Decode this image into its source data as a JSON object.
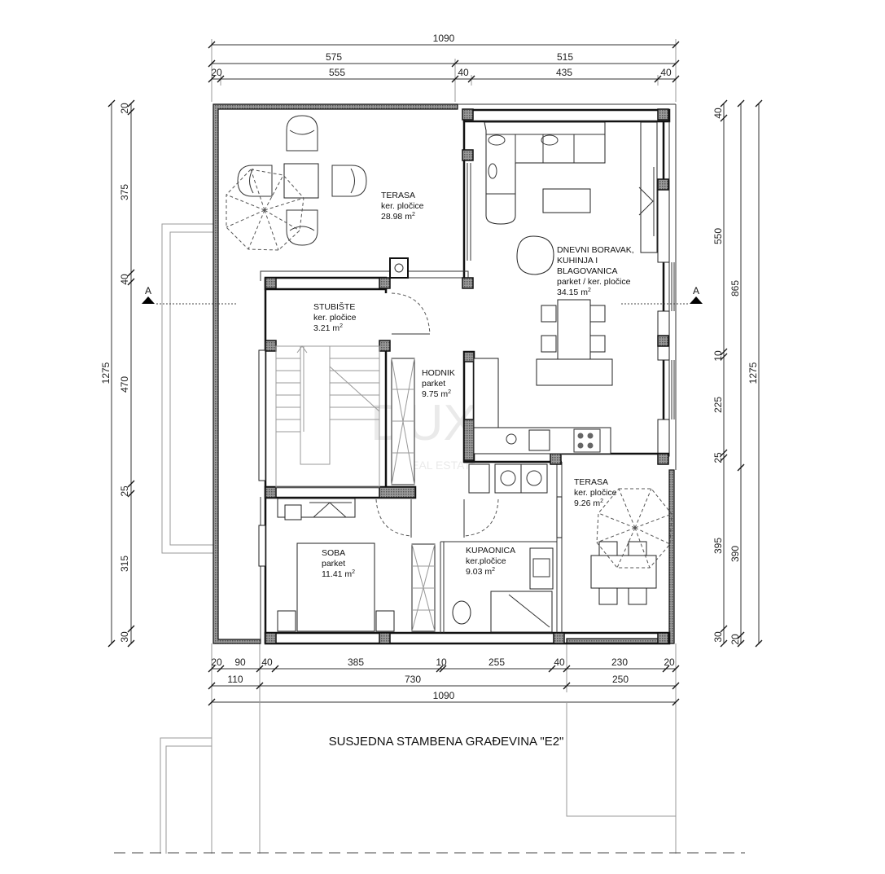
{
  "drawing": {
    "type": "floor plan",
    "section_marker": "A",
    "neighbor_label": "SUSJEDNA STAMBENA GRAĐEVINA \"E2\"",
    "watermark": {
      "brand": "DUX",
      "sub": "REAL ESTATE"
    }
  },
  "dimensions": {
    "top": {
      "total": "1090",
      "row2": [
        "575",
        "515"
      ],
      "row3": [
        "20",
        "555",
        "40",
        "435",
        "40"
      ]
    },
    "bottom": {
      "row1": [
        "20",
        "90",
        "40",
        "385",
        "10",
        "255",
        "40",
        "230",
        "20"
      ],
      "row2": [
        "110",
        "730",
        "250"
      ],
      "total": "1090"
    },
    "left": {
      "total": "1275",
      "segments": [
        "20",
        "375",
        "40",
        "470",
        "25",
        "315",
        "30"
      ]
    },
    "right": {
      "segments": [
        "40",
        "550",
        "10",
        "225",
        "25",
        "395",
        "30"
      ],
      "mid": [
        "865",
        "390",
        "20"
      ],
      "total": "1275"
    }
  },
  "rooms": [
    {
      "name": "TERASA",
      "floor": "ker. pločice",
      "area": "28.98 m",
      "sup": "2"
    },
    {
      "name": "DNEVNI BORAVAK,",
      "name2": "KUHINJA I",
      "name3": "BLAGOVANICA",
      "floor": "parket / ker. pločice",
      "area": "34.15 m",
      "sup": "2"
    },
    {
      "name": "STUBIŠTE",
      "floor": "ker. pločice",
      "area": "3.21 m",
      "sup": "2"
    },
    {
      "name": "HODNIK",
      "floor": "parket",
      "area": "9.75 m",
      "sup": "2"
    },
    {
      "name": "TERASA",
      "floor": "ker. pločice",
      "area": "9.26 m",
      "sup": "2"
    },
    {
      "name": "SOBA",
      "floor": "parket",
      "area": "11.41 m",
      "sup": "2"
    },
    {
      "name": "KUPAONICA",
      "floor": "ker.pločice",
      "area": "9.03 m",
      "sup": "2"
    }
  ]
}
